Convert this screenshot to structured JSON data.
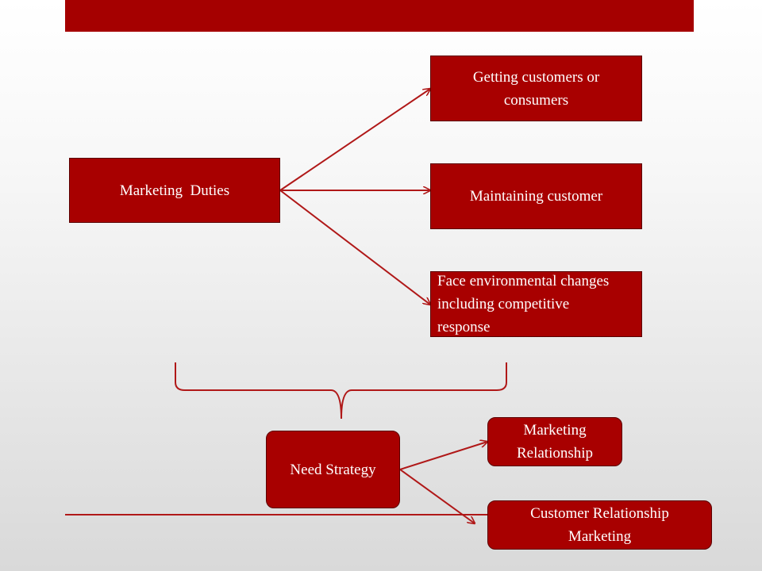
{
  "colors": {
    "accent": "#a80000",
    "line": "#b01818"
  },
  "nodes": {
    "marketing_duties": "Marketing  Duties",
    "getting_customers": "Getting customers or consumers",
    "maintaining_customer": "Maintaining customer",
    "face_environmental": "Face environmental changes including competitive response",
    "need_strategy": "Need Strategy",
    "marketing_relationship": "Marketing Relationship",
    "customer_relationship_marketing": "Customer Relationship Marketing"
  }
}
